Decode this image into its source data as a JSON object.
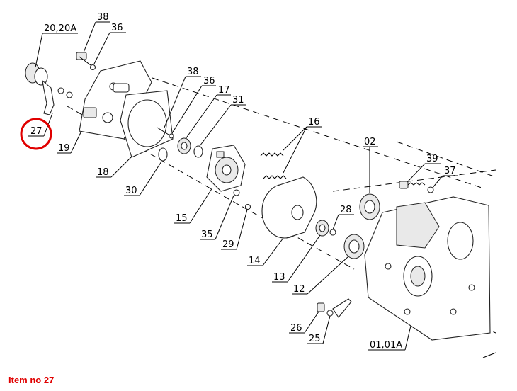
{
  "callouts": {
    "c20_20A": "20,20A",
    "c38a": "38",
    "c36a": "36",
    "c38b": "38",
    "c36b": "36",
    "c17": "17",
    "c31": "31",
    "c16": "16",
    "c02": "02",
    "c27": "27",
    "c19": "19",
    "c18": "18",
    "c30": "30",
    "c15": "15",
    "c39": "39",
    "c37": "37",
    "c28": "28",
    "c35": "35",
    "c29": "29",
    "c14": "14",
    "c13": "13",
    "c12": "12",
    "c26": "26",
    "c25": "25",
    "c01_01A": "01,01A"
  },
  "highlight": {
    "item": "27",
    "color": "#e00000"
  },
  "caption": "Item no 27"
}
